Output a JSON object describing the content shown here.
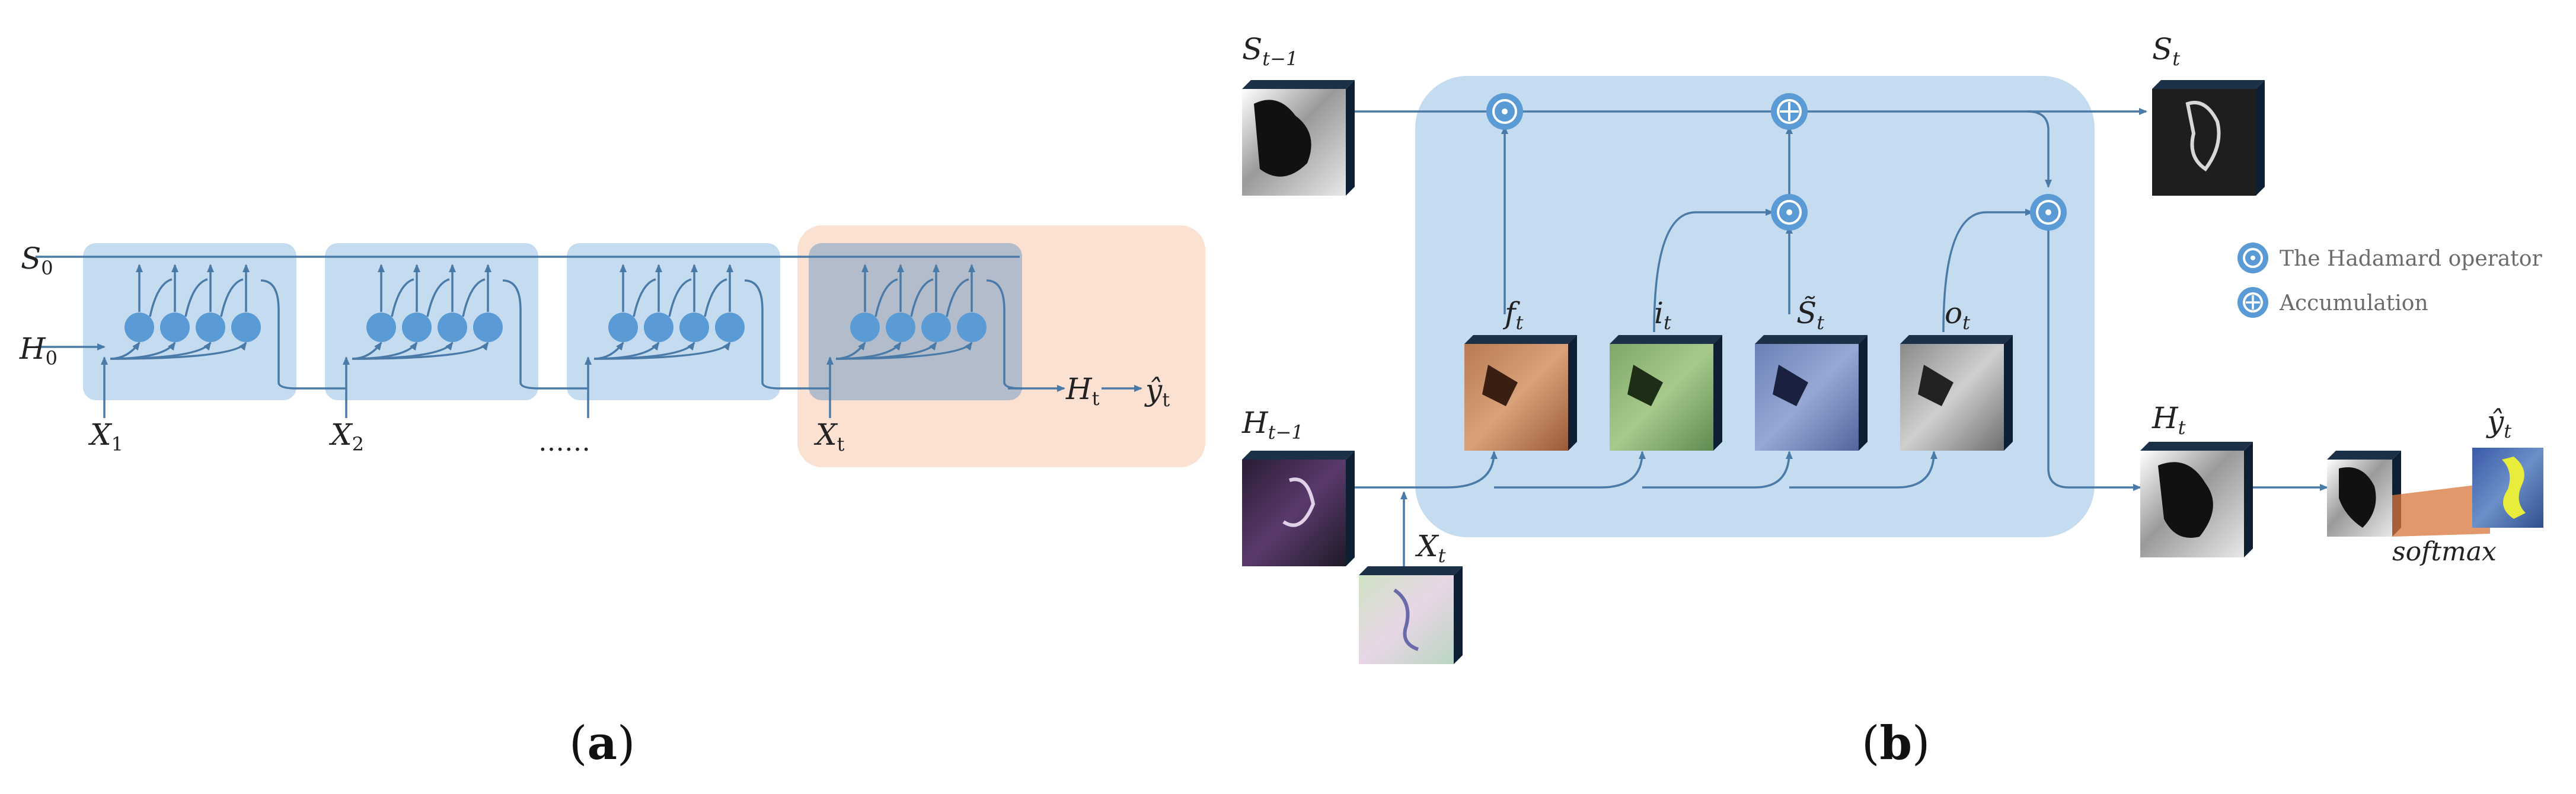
{
  "panel_a": {
    "label_prefix": "(",
    "label": "a",
    "label_suffix": ")",
    "s0": {
      "base": "S",
      "sub": "0"
    },
    "h0": {
      "base": "H",
      "sub": "0"
    },
    "x1": {
      "base": "X",
      "sub": "1"
    },
    "x2": {
      "base": "X",
      "sub": "2"
    },
    "ellipsis": "……",
    "xt": {
      "base": "X",
      "sub": "t"
    },
    "ht": {
      "base": "H",
      "sub": "t"
    },
    "yhat": {
      "base": "ŷ",
      "sub": "t"
    }
  },
  "panel_b": {
    "label_prefix": "(",
    "label": "b",
    "label_suffix": ")",
    "s_prev": {
      "base": "S",
      "sub": "t−1"
    },
    "s_t": {
      "base": "S",
      "sub": "t"
    },
    "h_prev": {
      "base": "H",
      "sub": "t−1"
    },
    "x_t": {
      "base": "X",
      "sub": "t"
    },
    "h_t": {
      "base": "H",
      "sub": "t"
    },
    "yhat": {
      "base": "ŷ",
      "sub": "t"
    },
    "f_t": {
      "base": "f",
      "sub": "t"
    },
    "i_t": {
      "base": "i",
      "sub": "t"
    },
    "s_tilde": {
      "base": "S̃",
      "sub": "t"
    },
    "o_t": {
      "base": "o",
      "sub": "t"
    },
    "softmax": "softmax",
    "legend": {
      "hadamard": "The Hadamard operator",
      "accumulation": "Accumulation"
    }
  },
  "colors": {
    "cell_box": "#c4dbf0",
    "highlight_box": "#fbe1d2",
    "overlap_box": "#b3bcca",
    "arrow": "#4a7aa8",
    "node": "#5a9bd5"
  }
}
